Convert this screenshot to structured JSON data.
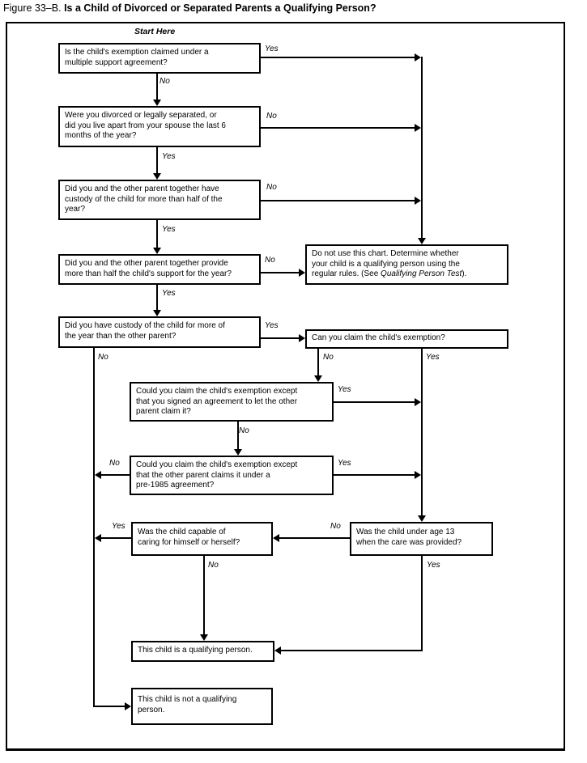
{
  "title": {
    "prefix": "Figure 33–B.",
    "main": "Is a Child of Divorced or Separated Parents a Qualifying Person?"
  },
  "start_here": "Start Here",
  "labels": {
    "yes": "Yes",
    "no": "No"
  },
  "boxes": {
    "multiple_support": {
      "lines": [
        "Is the child's exemption claimed under a",
        "multiple support agreement?"
      ]
    },
    "divorced_separated": {
      "lines": [
        "Were you divorced or legally separated, or",
        "did you live apart from your spouse the last 6",
        "months of the year?"
      ]
    },
    "joint_custody": {
      "lines": [
        "Did you and the other parent together have",
        "custody of the child for more than half of the",
        "year?"
      ]
    },
    "joint_support": {
      "lines": [
        "Did you and the other parent together provide",
        "more than half the child's support for the year?"
      ]
    },
    "more_custody": {
      "lines": [
        "Did you have custody of the child for more of",
        "the year than the other parent?"
      ]
    },
    "do_not_use": {
      "line1": "Do not use this chart. Determine whether",
      "line2": "your child is a qualifying person using the",
      "line3_pre": "regular rules. (See ",
      "line3_italic": "Qualifying Person Test",
      "line3_post": ")."
    },
    "claim_exemption": {
      "lines": [
        "Can you claim the child's exemption?"
      ]
    },
    "signed_agreement": {
      "lines": [
        "Could you claim the child's exemption except",
        "that you signed an agreement to let the other",
        "parent claim it?"
      ]
    },
    "pre_1985": {
      "lines": [
        "Could you claim the child's exemption except",
        "that the other parent claims it under a",
        "pre-1985 agreement?"
      ]
    },
    "capable_care": {
      "lines": [
        "Was the child capable of",
        "caring for himself or herself?"
      ]
    },
    "under_age_13": {
      "lines": [
        "Was the child under age 13",
        "when the care was provided?"
      ]
    },
    "qualifying": {
      "lines": [
        "This child is a qualifying person."
      ]
    },
    "not_qualifying": {
      "lines": [
        "This child is not a qualifying",
        "person."
      ]
    }
  }
}
